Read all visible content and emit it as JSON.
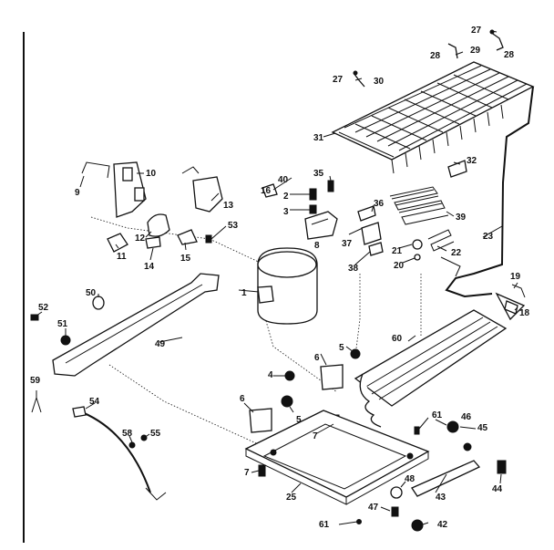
{
  "diagram": {
    "callouts": [
      {
        "id": "c1",
        "text": "1"
      },
      {
        "id": "c2",
        "text": "2"
      },
      {
        "id": "c3",
        "text": "3"
      },
      {
        "id": "c4",
        "text": "4"
      },
      {
        "id": "c5a",
        "text": "5"
      },
      {
        "id": "c5b",
        "text": "5"
      },
      {
        "id": "c6a",
        "text": "6"
      },
      {
        "id": "c6b",
        "text": "6"
      },
      {
        "id": "c7a",
        "text": "7"
      },
      {
        "id": "c7b",
        "text": "7"
      },
      {
        "id": "c8",
        "text": "8"
      },
      {
        "id": "c9",
        "text": "9"
      },
      {
        "id": "c10",
        "text": "10"
      },
      {
        "id": "c11",
        "text": "11"
      },
      {
        "id": "c12",
        "text": "12"
      },
      {
        "id": "c13",
        "text": "13"
      },
      {
        "id": "c14",
        "text": "14"
      },
      {
        "id": "c15",
        "text": "15"
      },
      {
        "id": "c16",
        "text": "16"
      },
      {
        "id": "c18",
        "text": "18"
      },
      {
        "id": "c19",
        "text": "19"
      },
      {
        "id": "c20",
        "text": "20"
      },
      {
        "id": "c21",
        "text": "21"
      },
      {
        "id": "c22",
        "text": "22"
      },
      {
        "id": "c23",
        "text": "23"
      },
      {
        "id": "c25",
        "text": "25"
      },
      {
        "id": "c27a",
        "text": "27"
      },
      {
        "id": "c27b",
        "text": "27"
      },
      {
        "id": "c28a",
        "text": "28"
      },
      {
        "id": "c28b",
        "text": "28"
      },
      {
        "id": "c29",
        "text": "29"
      },
      {
        "id": "c30",
        "text": "30"
      },
      {
        "id": "c31",
        "text": "31"
      },
      {
        "id": "c32",
        "text": "32"
      },
      {
        "id": "c35",
        "text": "35"
      },
      {
        "id": "c36",
        "text": "36"
      },
      {
        "id": "c37",
        "text": "37"
      },
      {
        "id": "c38",
        "text": "38"
      },
      {
        "id": "c39",
        "text": "39"
      },
      {
        "id": "c40",
        "text": "40"
      },
      {
        "id": "c42",
        "text": "42"
      },
      {
        "id": "c43",
        "text": "43"
      },
      {
        "id": "c44",
        "text": "44"
      },
      {
        "id": "c45",
        "text": "45"
      },
      {
        "id": "c46",
        "text": "46"
      },
      {
        "id": "c47",
        "text": "47"
      },
      {
        "id": "c48",
        "text": "48"
      },
      {
        "id": "c49",
        "text": "49"
      },
      {
        "id": "c50",
        "text": "50"
      },
      {
        "id": "c51",
        "text": "51"
      },
      {
        "id": "c52",
        "text": "52"
      },
      {
        "id": "c53",
        "text": "53"
      },
      {
        "id": "c54",
        "text": "54"
      },
      {
        "id": "c55",
        "text": "55"
      },
      {
        "id": "c58",
        "text": "58"
      },
      {
        "id": "c59",
        "text": "59"
      },
      {
        "id": "c60",
        "text": "60"
      },
      {
        "id": "c61a",
        "text": "61"
      },
      {
        "id": "c61b",
        "text": "61"
      }
    ]
  }
}
